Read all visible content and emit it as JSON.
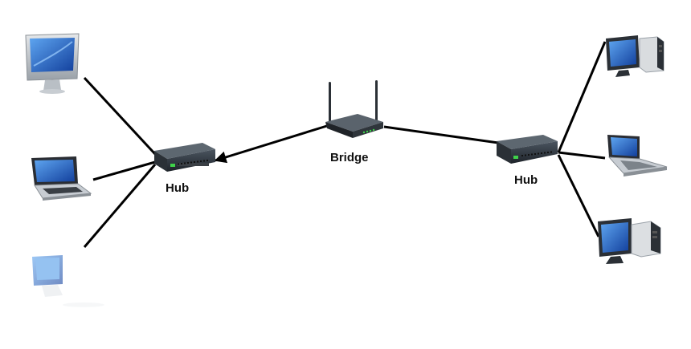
{
  "diagram": {
    "labels": {
      "hub_left": "Hub",
      "bridge": "Bridge",
      "hub_right": "Hub"
    },
    "nodes": [
      {
        "id": "imac-left",
        "icon": "imac-icon"
      },
      {
        "id": "laptop-left",
        "icon": "laptop-icon"
      },
      {
        "id": "imac-faded",
        "icon": "imac-icon"
      },
      {
        "id": "hub-left",
        "icon": "network-hub-icon"
      },
      {
        "id": "bridge",
        "icon": "wireless-bridge-icon"
      },
      {
        "id": "hub-right",
        "icon": "network-hub-icon"
      },
      {
        "id": "desktop-top-right",
        "icon": "desktop-tower-icon"
      },
      {
        "id": "laptop-right",
        "icon": "laptop-icon"
      },
      {
        "id": "desktop-bottom-right",
        "icon": "desktop-tower-icon"
      }
    ],
    "links": [
      [
        "imac-left",
        "hub-left"
      ],
      [
        "laptop-left",
        "hub-left"
      ],
      [
        "imac-faded",
        "hub-left"
      ],
      [
        "bridge",
        "hub-left"
      ],
      [
        "bridge",
        "hub-right"
      ],
      [
        "hub-right",
        "desktop-top-right"
      ],
      [
        "hub-right",
        "laptop-right"
      ],
      [
        "hub-right",
        "desktop-bottom-right"
      ]
    ],
    "colors": {
      "link": "#000000",
      "device_dark": "#2b3036",
      "screen_blue": "#1f5fc4",
      "port_green": "#3fd34a"
    }
  }
}
